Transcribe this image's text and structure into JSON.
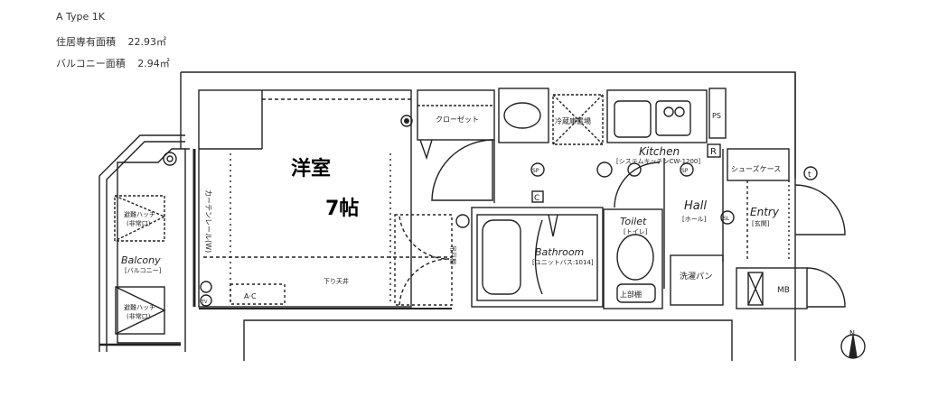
{
  "header": {
    "type_label": "A Type 1K",
    "living_area_label": "住居専有面積",
    "living_area_value": "22.93㎡",
    "balcony_area_label": "バルコニー面積",
    "balcony_area_value": "2.94㎡"
  },
  "rooms": {
    "western_room": "洋室",
    "western_room_size": "7帖",
    "closet": "クローゼット",
    "fridge_space": "冷蔵庫置場",
    "kitchen": "Kitchen",
    "kitchen_sub": "[システムキッチンCW-1200]",
    "ps": "PS",
    "r_mark": "R",
    "shoe_case": "シューズケース",
    "hall": "Hall",
    "hall_sub": "[ホール]",
    "entry": "Entry",
    "entry_sub": "[玄関]",
    "bathroom": "Bathroom",
    "bathroom_sub": "[ユニットバス:1014]",
    "toilet": "Toilet",
    "toilet_sub": "[トイレ]",
    "upper_shelf": "上部棚",
    "washer_pan": "洗濯パン",
    "mb": "MB",
    "hanging_cupboard": "吊戸棚",
    "lowered_ceiling": "下り天井",
    "curtain_rail": "カーテンレール(W)",
    "balcony": "Balcony",
    "balcony_sub": "[バルコニー]",
    "evac_hatch_1": "避難ハッチ",
    "evac_hatch_1_sub": "(非常口)",
    "evac_hatch_2": "避難ハッチ",
    "evac_hatch_2_sub": "(非常口)",
    "ac": "A·C",
    "c_mark": "C",
    "sp": "SP",
    "sl": "SL",
    "tv": "TV",
    "t_mark": "t",
    "north": "N"
  }
}
